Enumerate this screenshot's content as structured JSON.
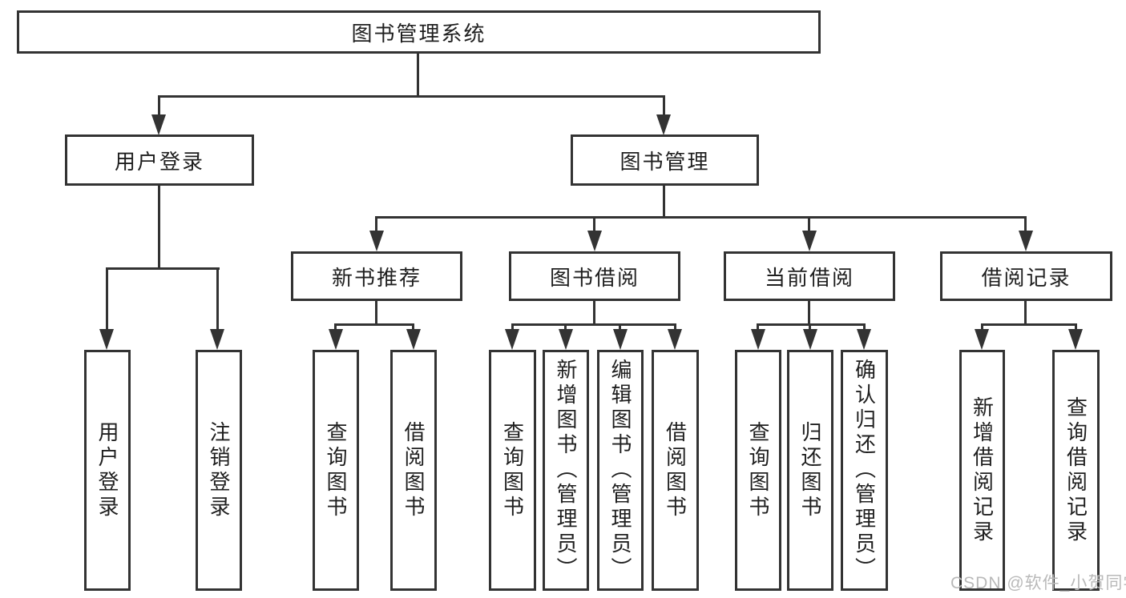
{
  "colors": {
    "line": "#333333",
    "text": "#1f1f1f",
    "watermark": "#b9b9b9",
    "background": "#ffffff"
  },
  "diagram": {
    "root": {
      "label": "图书管理系统"
    },
    "level2": [
      {
        "id": "user-login",
        "label": "用户登录"
      },
      {
        "id": "book-management",
        "label": "图书管理"
      }
    ],
    "level3": [
      {
        "id": "new-book-recommend",
        "label": "新书推荐"
      },
      {
        "id": "book-borrow",
        "label": "图书借阅"
      },
      {
        "id": "current-borrow",
        "label": "当前借阅"
      },
      {
        "id": "borrow-records",
        "label": "借阅记录"
      }
    ],
    "leaves": {
      "user_login": [
        {
          "label": "用户登录"
        },
        {
          "label": "注销登录"
        }
      ],
      "new_book": [
        {
          "label": "查询图书"
        },
        {
          "label": "借阅图书"
        }
      ],
      "book_borrow": [
        {
          "label": "查询图书"
        },
        {
          "label": "新增图书（管理员）"
        },
        {
          "label": "编辑图书（管理员）"
        },
        {
          "label": "借阅图书"
        }
      ],
      "current_borrow": [
        {
          "label": "查询图书"
        },
        {
          "label": "归还图书"
        },
        {
          "label": "确认归还（管理员）"
        }
      ],
      "borrow_records": [
        {
          "label": "新增借阅记录"
        },
        {
          "label": "查询借阅记录"
        }
      ]
    }
  },
  "watermark": {
    "text": "CSDN @软件_小贺同学"
  }
}
